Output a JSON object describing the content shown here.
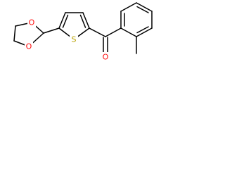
{
  "molecule": {
    "atoms": {
      "ring_o_top": {
        "label": "O",
        "color": "#ff0d0d"
      },
      "ring_o_bottom": {
        "label": "O",
        "color": "#ff0d0d"
      },
      "thiophene_s": {
        "label": "S",
        "color": "#b8a200"
      },
      "carbonyl_o": {
        "label": "O",
        "color": "#ff0d0d"
      }
    },
    "bond_color": "#000000"
  }
}
